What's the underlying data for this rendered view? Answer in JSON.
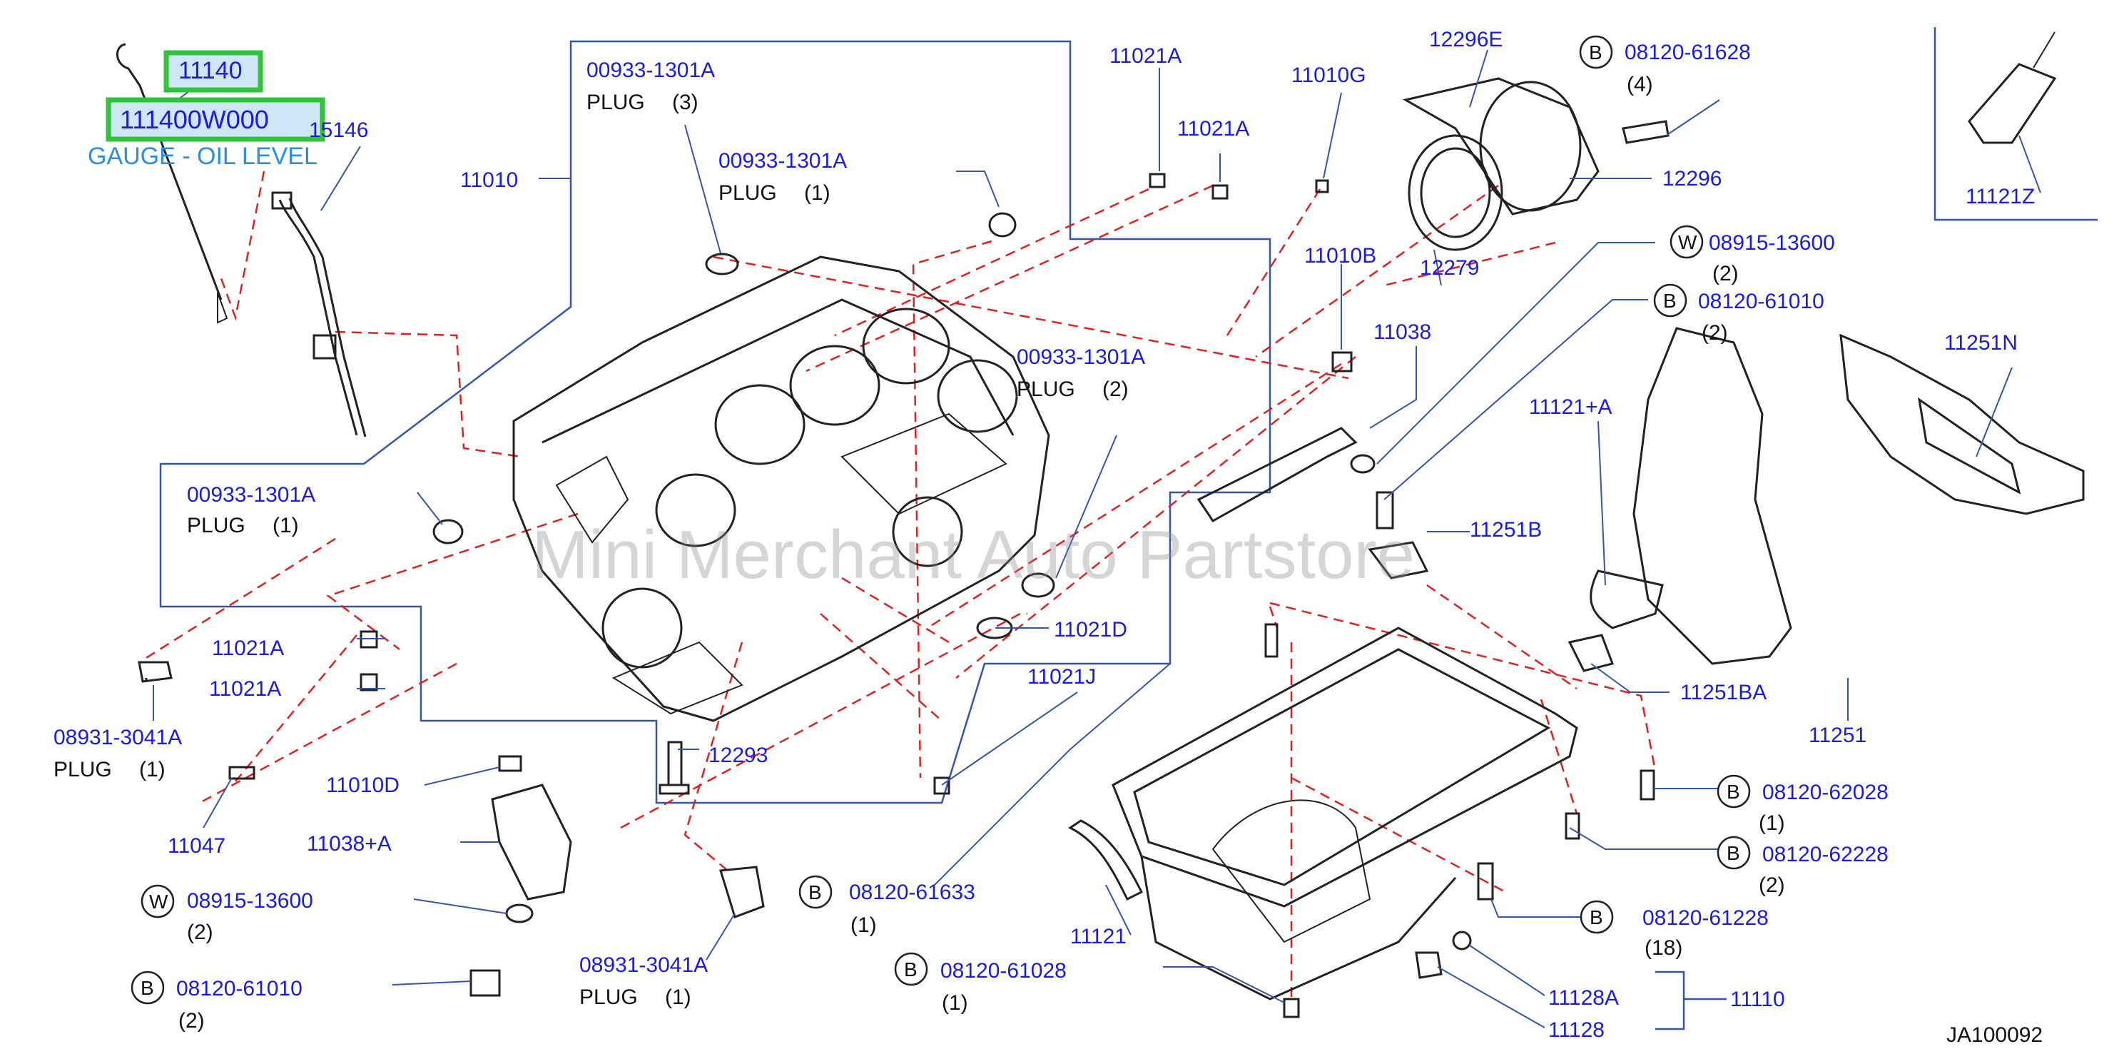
{
  "callouts": {
    "hl_11140": "11140",
    "hl_111400w000": "111400W000",
    "gauge_name": "GAUGE - OIL LEVEL",
    "p15146": "15146",
    "p00933_top": "00933-1301A",
    "plug3": "PLUG",
    "plug3_qty": "(3)",
    "p11010": "11010",
    "p00933_mid": "00933-1301A",
    "plug1_mid": "PLUG",
    "plug1_mid_qty": "(1)",
    "p11021A_t1": "11021A",
    "p11021A_t2": "11021A",
    "p11010G": "11010G",
    "p12296E": "12296E",
    "p08120_61628": "08120-61628",
    "q61628": "(4)",
    "p12296": "12296",
    "p11121Z": "11121Z",
    "p12279": "12279",
    "p11010B": "11010B",
    "p11038": "11038",
    "p08915_top": "08915-13600",
    "q08915_top": "(2)",
    "p08120_61010_top": "08120-61010",
    "q61010_top": "(2)",
    "p11251N": "11251N",
    "p11121A": "11121+A",
    "p00933_right": "00933-1301A",
    "plug2": "PLUG",
    "plug2_qty": "(2)",
    "p00933_left": "00933-1301A",
    "plug1_left": "PLUG",
    "plug1_left_qty": "(1)",
    "p11251B": "11251B",
    "p11021A_l1": "11021A",
    "p11021A_l2": "11021A",
    "p11021D": "11021D",
    "p08931_left": "08931-3041A",
    "plug_08931_left": "PLUG",
    "q08931_left": "(1)",
    "p11251BA": "11251BA",
    "p11251": "11251",
    "p11021J": "11021J",
    "p12293": "12293",
    "p11010D": "11010D",
    "p11047": "11047",
    "p11038A": "11038+A",
    "p08120_62028": "08120-62028",
    "q62028": "(1)",
    "p08120_62228": "08120-62228",
    "q62228": "(2)",
    "p08915_bottom": "08915-13600",
    "q08915_bottom": "(2)",
    "p08120_61633": "08120-61633",
    "q61633": "(1)",
    "p08120_61228": "08120-61228",
    "q61228": "(18)",
    "p11121": "11121",
    "p08931_bottom": "08931-3041A",
    "plug_08931_bottom": "PLUG",
    "q08931_bottom": "(1)",
    "p08120_61010_bottom": "08120-61010",
    "q61010_bottom": "(2)",
    "p08120_61028": "08120-61028",
    "q61028": "(1)",
    "p11128A": "11128A",
    "p11110": "11110",
    "p11128": "11128",
    "diagram_code": "JA100092"
  },
  "bolt_letters": {
    "b": "B",
    "w": "W"
  },
  "watermark": "Mini Merchant Auto Partstore",
  "colors": {
    "label_blue": "#1a1ae6",
    "gauge_blue": "#2a8de0",
    "highlight_green": "#2fc43a",
    "dash_red": "#e02020"
  }
}
